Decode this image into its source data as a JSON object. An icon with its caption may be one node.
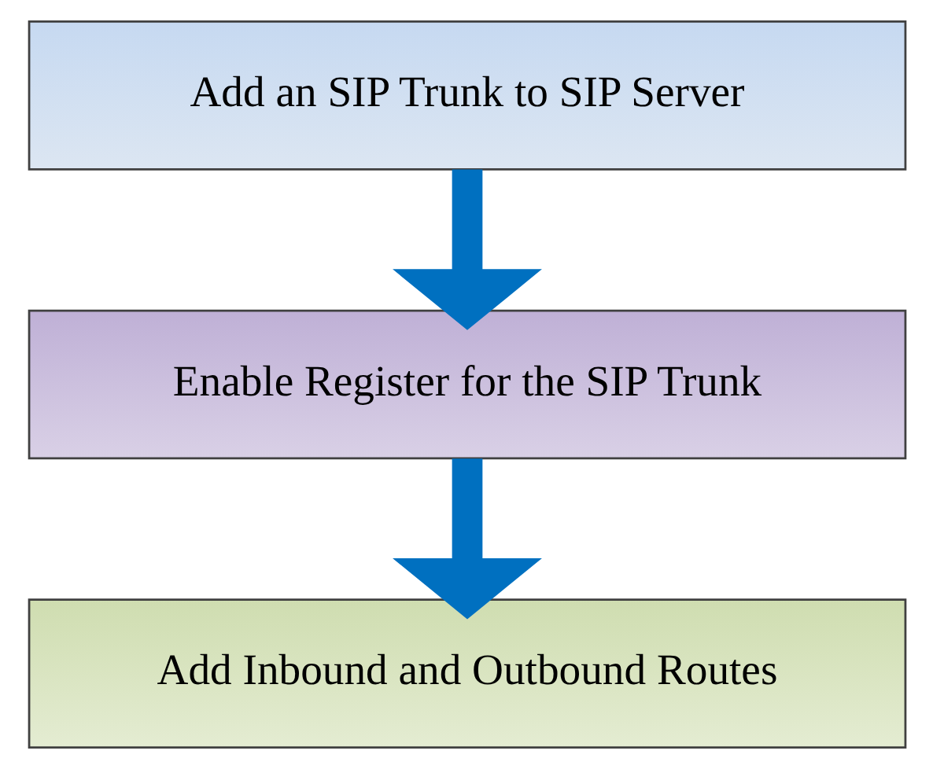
{
  "diagram": {
    "nodes": [
      {
        "text": [
          "Add an SIP Trunk to SIP Server"
        ]
      },
      {
        "text": [
          "Enable Register for the SIP Trunk"
        ]
      },
      {
        "text": [
          "Add Inbound and Outbound Routes"
        ]
      }
    ],
    "edges": [
      {
        "from": 0,
        "to": 1,
        "arrow": "to"
      },
      {
        "from": 1,
        "to": 2,
        "arrow": "to"
      }
    ]
  }
}
